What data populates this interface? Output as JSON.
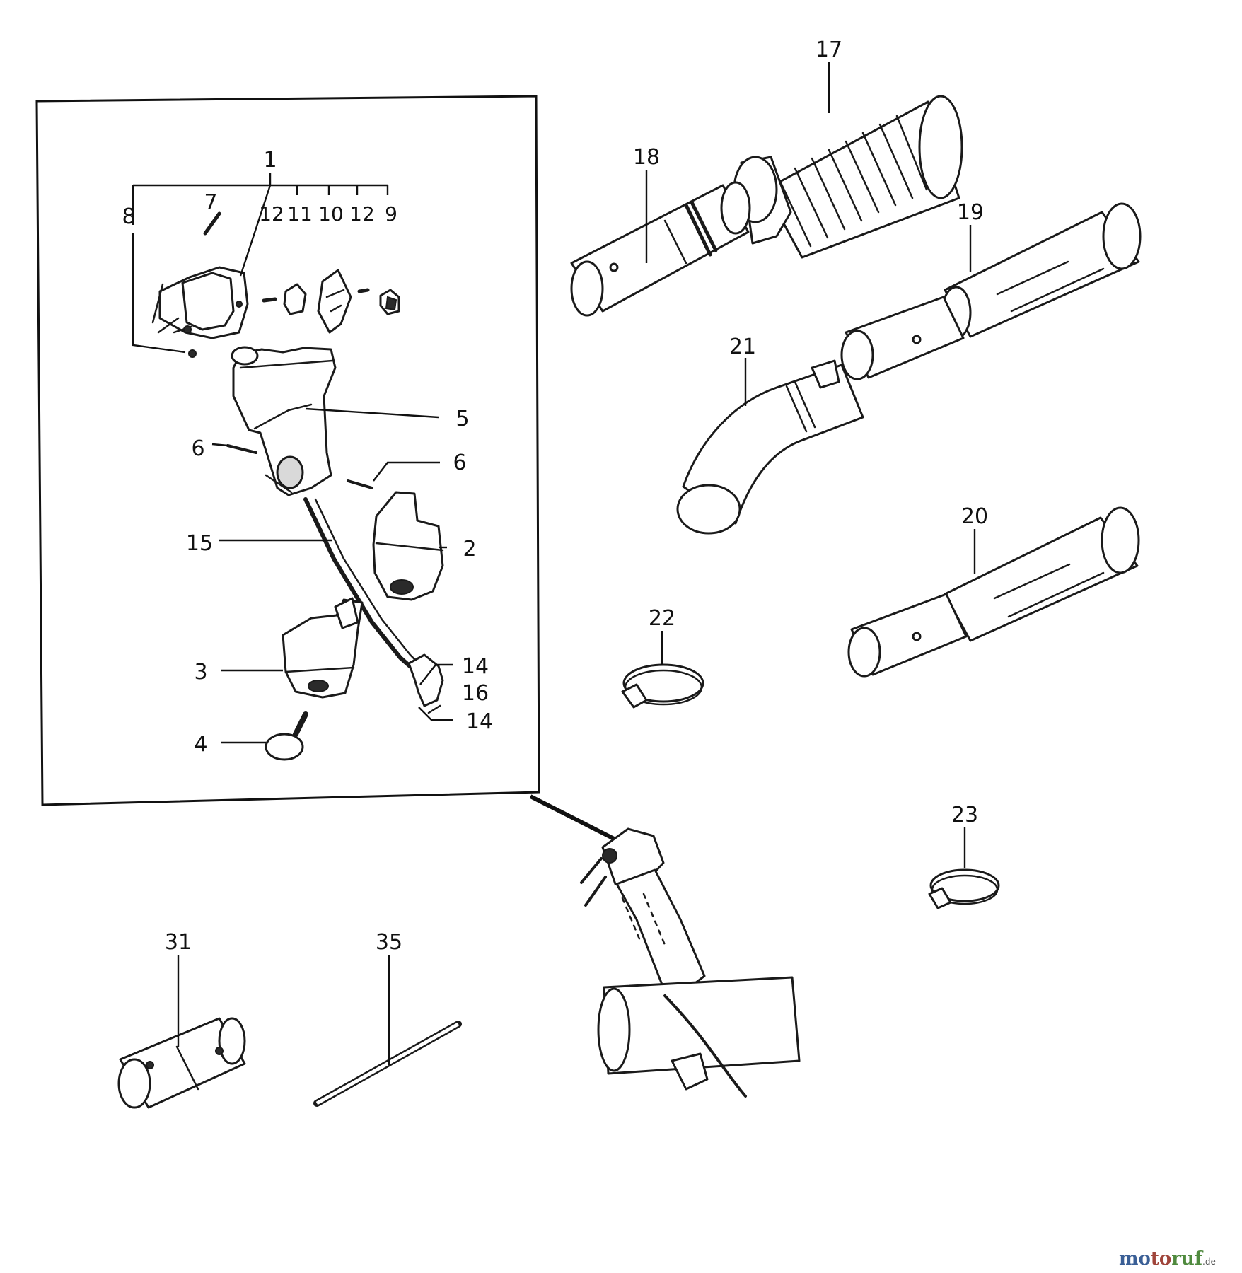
{
  "labels": {
    "p1": "1",
    "p2": "2",
    "p3": "3",
    "p4": "4",
    "p5": "5",
    "p6a": "6",
    "p6b": "6",
    "p7": "7",
    "p8": "8",
    "p9": "9",
    "p10": "10",
    "p11": "11",
    "p12a": "12",
    "p12b": "12",
    "p14a": "14",
    "p14b": "14",
    "p15": "15",
    "p16": "16",
    "p17": "17",
    "p18": "18",
    "p19": "19",
    "p20": "20",
    "p21": "21",
    "p22": "22",
    "p23": "23",
    "p31": "31",
    "p35": "35"
  },
  "watermark": {
    "part1": "mo",
    "part2": "to",
    "part3": "ruf",
    "suffix": ".de"
  }
}
